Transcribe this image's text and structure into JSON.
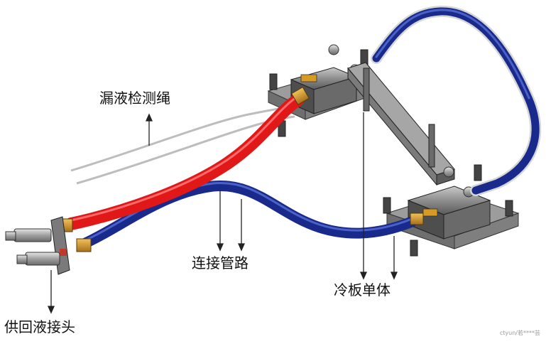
{
  "labels": {
    "leak_rope": "漏液检测绳",
    "connecting_pipe": "连接管路",
    "cold_plate_unit": "冷板单体",
    "supply_return_connector": "供回液接头"
  },
  "watermark": "ctyun/若****芸",
  "colors": {
    "supply_pipe": "#e01818",
    "return_pipe": "#1a2a8c",
    "return_pipe_highlight": "#4a62c8",
    "brass_fitting": "#d49a2a",
    "steel": "#8a8a8a",
    "leak_rope": "#c8c8c8"
  }
}
